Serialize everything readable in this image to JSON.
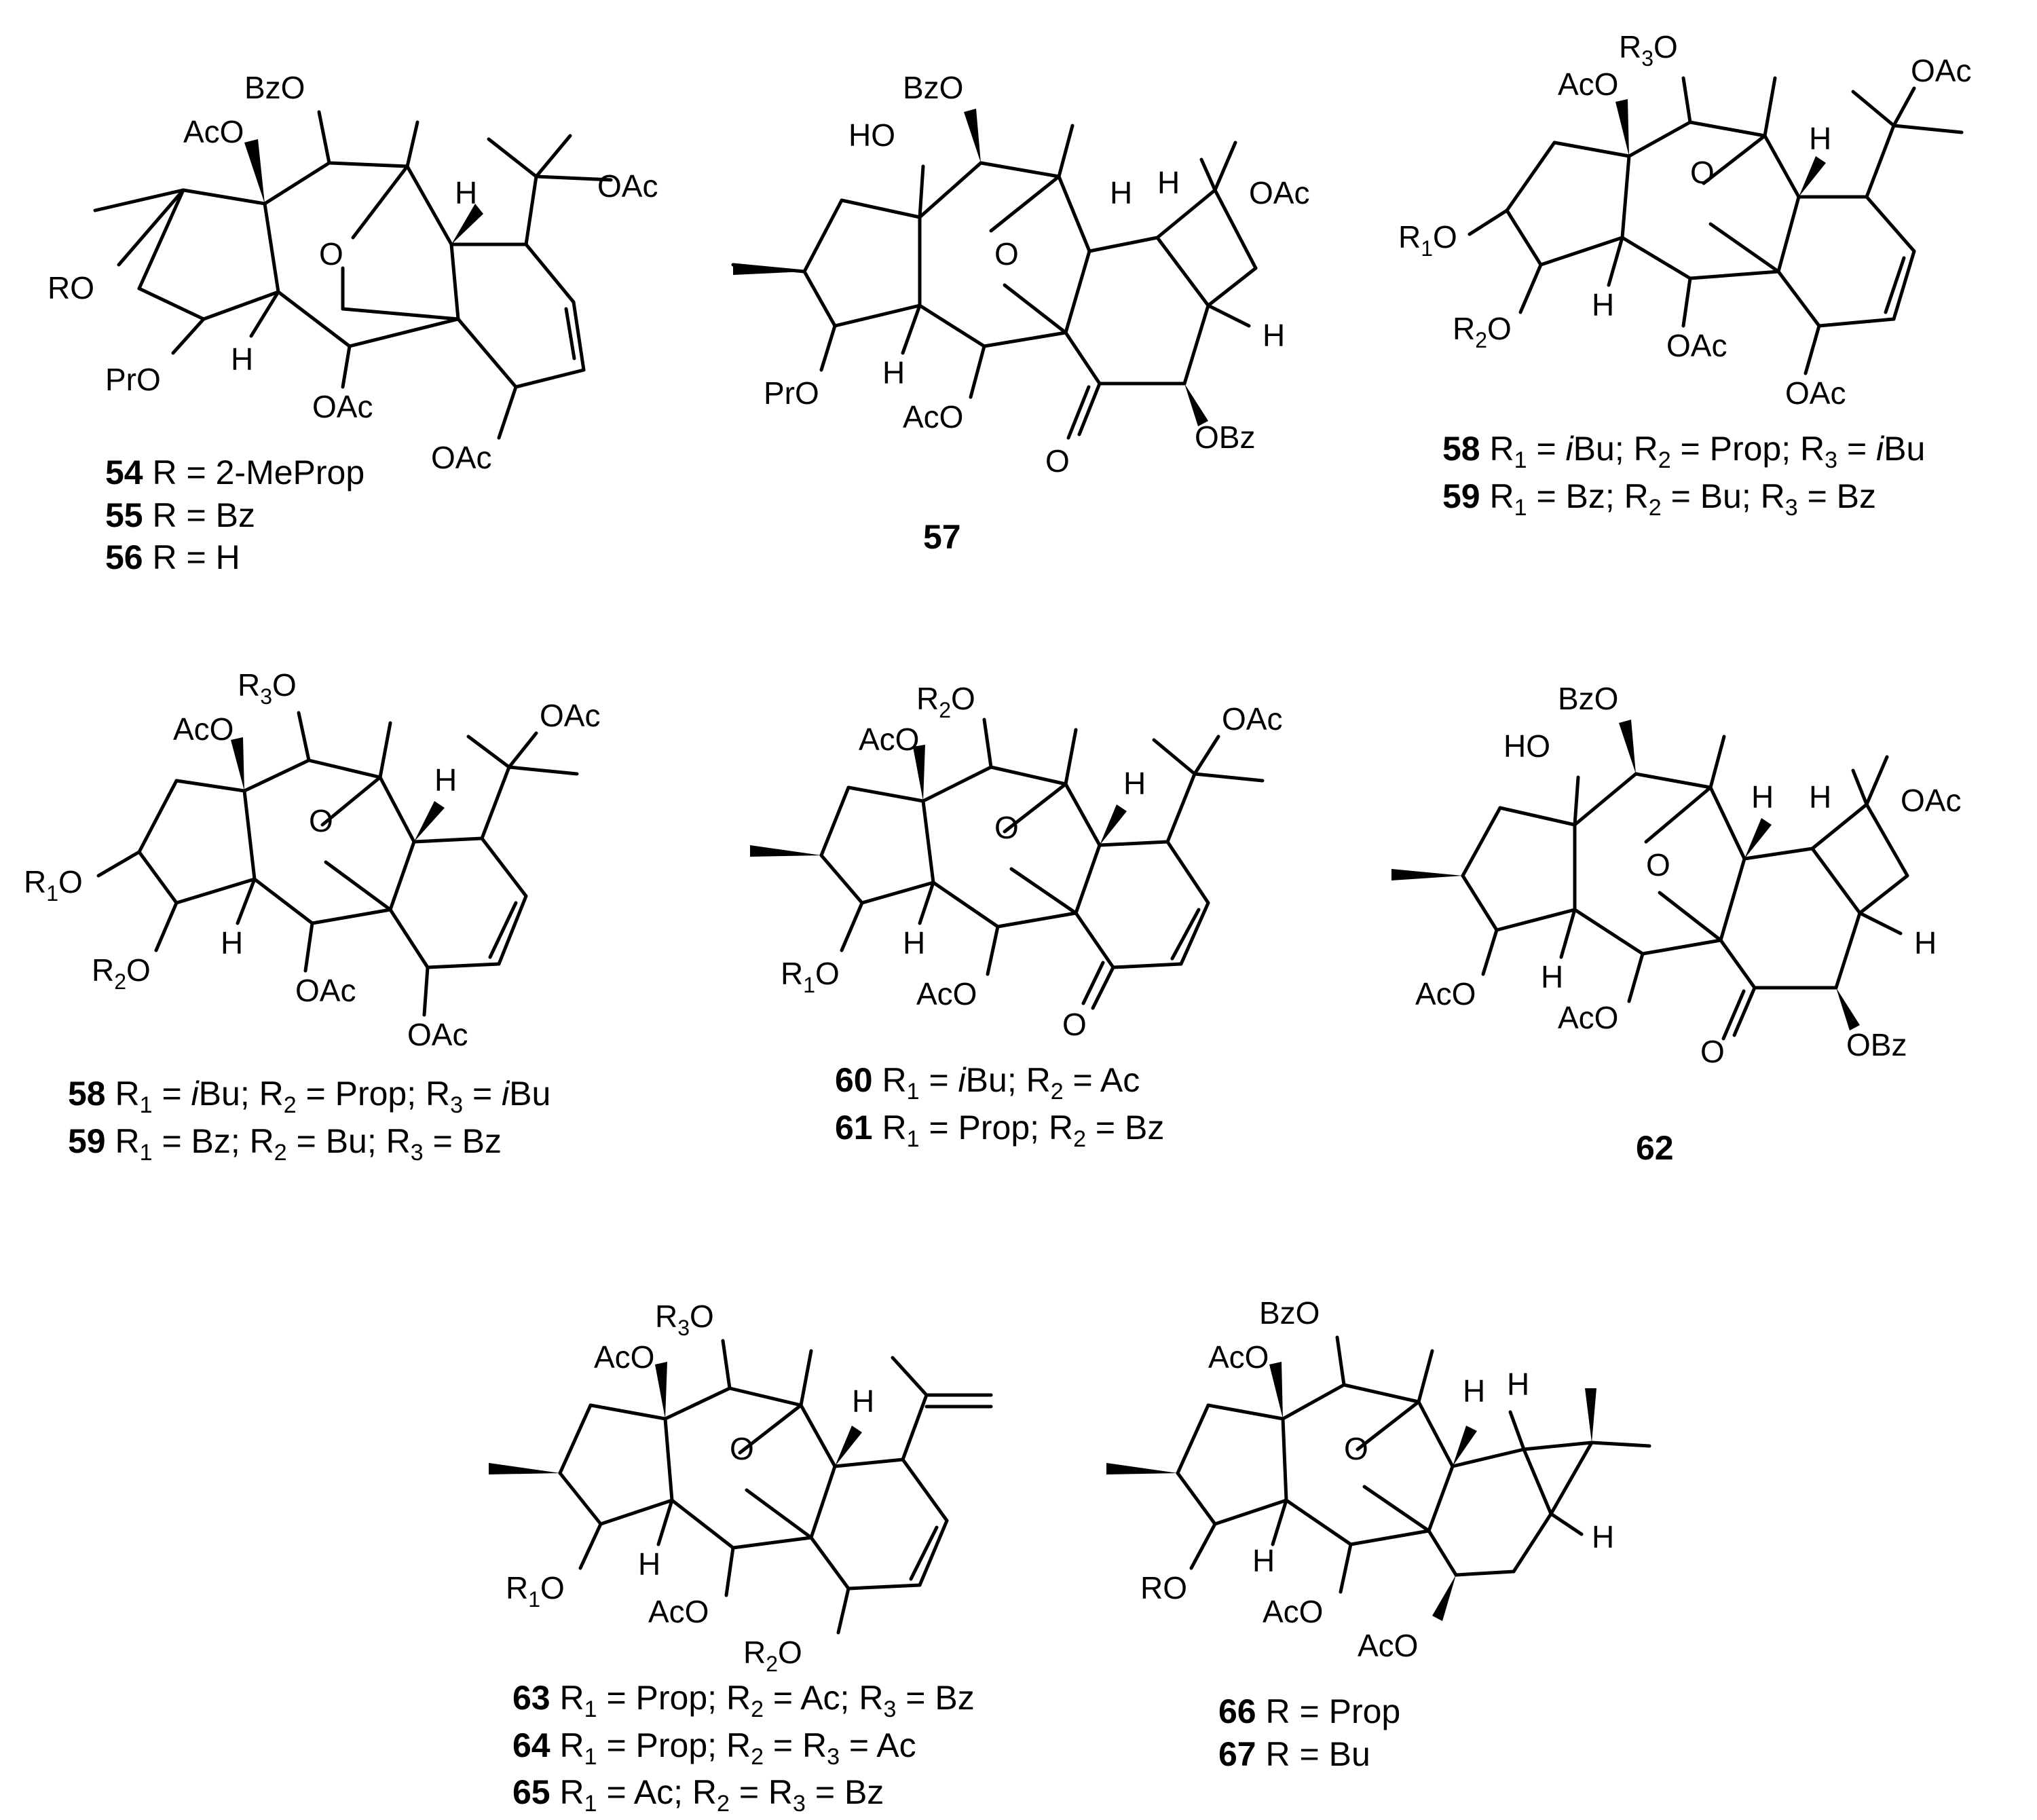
{
  "compounds": {
    "c54": {
      "atoms": [
        "BzO",
        "AcO",
        "RO",
        "PrO",
        "H",
        "O",
        "H",
        "OAc",
        "OAc",
        "OAc"
      ],
      "captions": [
        {
          "id": "54",
          "text": "R = 2-MeProp"
        },
        {
          "id": "55",
          "text": "R = Bz"
        },
        {
          "id": "56",
          "text": "R = H"
        }
      ]
    },
    "c57": {
      "atoms": [
        "BzO",
        "HO",
        "PrO",
        "H",
        "O",
        "H",
        "H",
        "OAc",
        "AcO",
        "O",
        "OBz",
        "H"
      ],
      "captions": [
        {
          "id": "57",
          "text": ""
        }
      ]
    },
    "c58a": {
      "atoms": [
        "R3O",
        "AcO",
        "R1O",
        "R2O",
        "H",
        "O",
        "H",
        "OAc",
        "OAc",
        "OAc"
      ],
      "captions": [
        {
          "id": "58",
          "text": "R1 = iBu; R2 = Prop; R3 = iBu"
        },
        {
          "id": "59",
          "text": "R1 = Bz; R2 = Bu; R3 = Bz"
        }
      ]
    },
    "c58b": {
      "atoms": [
        "R3O",
        "AcO",
        "R1O",
        "R2O",
        "H",
        "O",
        "H",
        "OAc",
        "OAc",
        "OAc"
      ],
      "captions": [
        {
          "id": "58",
          "text": "R1 = iBu; R2 = Prop; R3 = iBu"
        },
        {
          "id": "59",
          "text": "R1 = Bz; R2 = Bu; R3 = Bz"
        }
      ]
    },
    "c60": {
      "atoms": [
        "R2O",
        "AcO",
        "R1O",
        "H",
        "O",
        "H",
        "OAc",
        "AcO",
        "O"
      ],
      "captions": [
        {
          "id": "60",
          "text": "R1 = iBu; R2 = Ac"
        },
        {
          "id": "61",
          "text": "R1 = Prop; R2 = Bz"
        }
      ]
    },
    "c62": {
      "atoms": [
        "BzO",
        "HO",
        "AcO",
        "H",
        "O",
        "H",
        "H",
        "OAc",
        "AcO",
        "O",
        "OBz",
        "H"
      ],
      "captions": [
        {
          "id": "62",
          "text": ""
        }
      ]
    },
    "c63": {
      "atoms": [
        "R3O",
        "AcO",
        "R1O",
        "H",
        "O",
        "H",
        "AcO",
        "R2O"
      ],
      "captions": [
        {
          "id": "63",
          "text": "R1 = Prop; R2 = Ac; R3 = Bz"
        },
        {
          "id": "64",
          "text": "R1 = Prop; R2 = R3 = Ac"
        },
        {
          "id": "65",
          "text": "R1 = Ac; R2 = R3 = Bz"
        }
      ]
    },
    "c66": {
      "atoms": [
        "BzO",
        "AcO",
        "RO",
        "H",
        "O",
        "H",
        "H",
        "H",
        "AcO",
        "AcO"
      ],
      "captions": [
        {
          "id": "66",
          "text": "R = Prop"
        },
        {
          "id": "67",
          "text": "R = Bu"
        }
      ]
    }
  }
}
